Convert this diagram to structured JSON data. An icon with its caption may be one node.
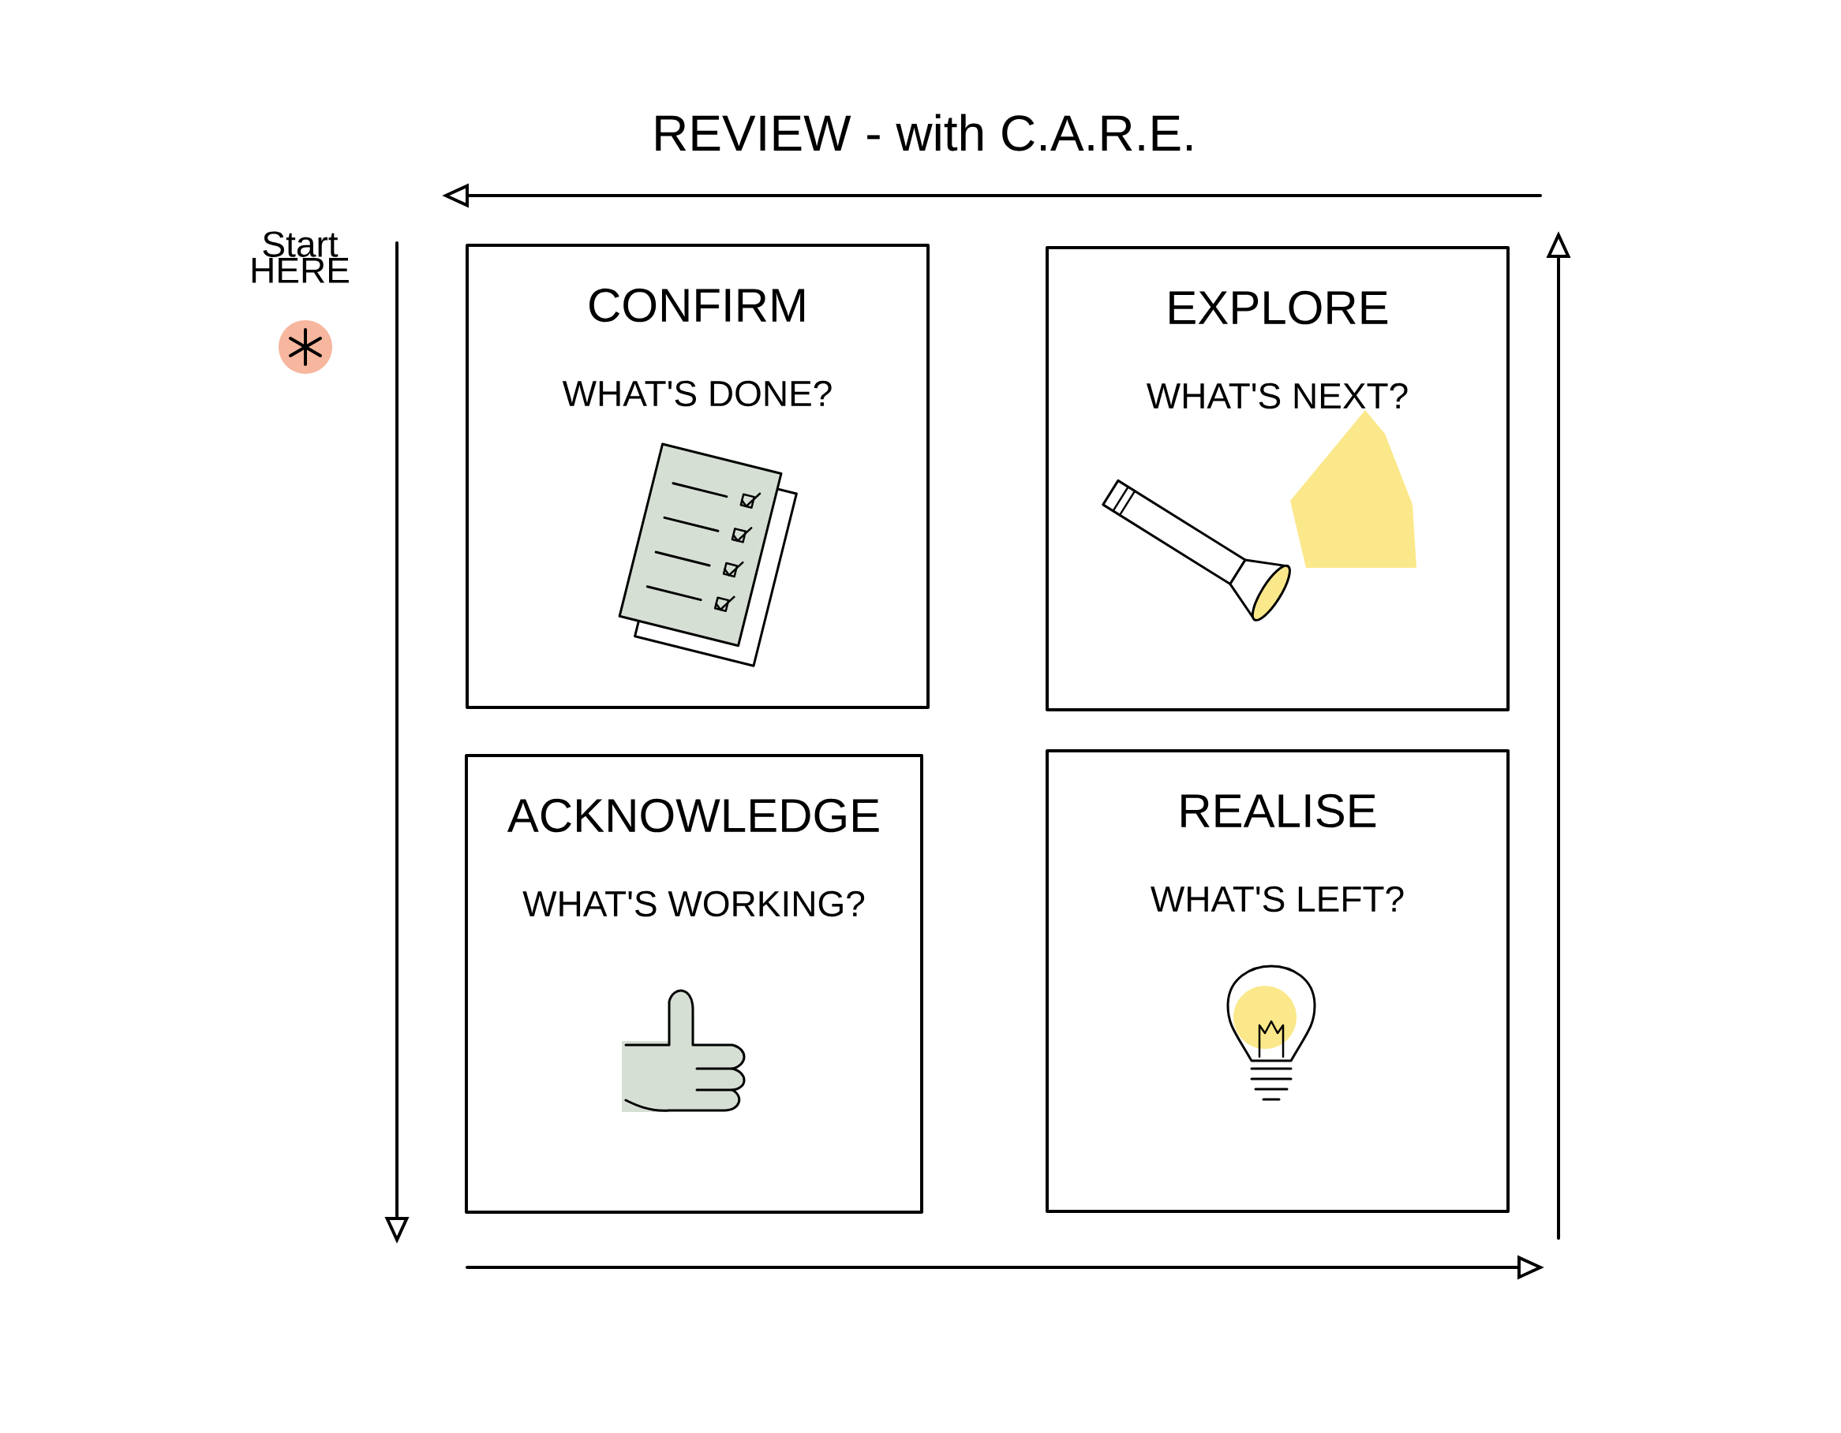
{
  "diagram": {
    "title": "REVIEW - with C.A.R.E.",
    "nodes": [
      {
        "text": [
          "CONFIRM",
          "WHAT'S DONE?"
        ]
      },
      {
        "text": [
          "EXPLORE",
          "WHAT'S NEXT?"
        ]
      },
      {
        "text": [
          "ACKNOWLEDGE",
          "WHAT'S WORKING?"
        ]
      },
      {
        "text": [
          "REALISE",
          "WHAT'S LEFT?"
        ]
      }
    ],
    "labels": [
      "Start HERE"
    ]
  }
}
